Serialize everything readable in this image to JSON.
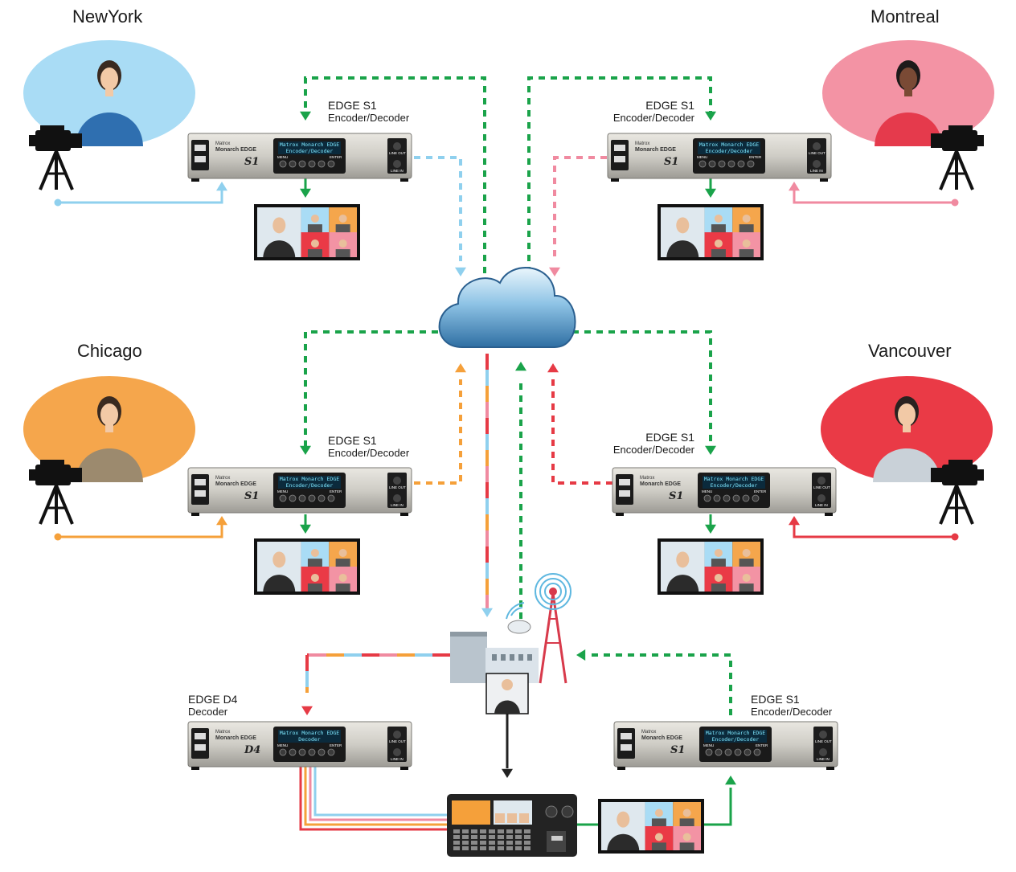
{
  "locations": [
    {
      "key": "ny",
      "label": "NewYork",
      "color": "#a8dcf4"
    },
    {
      "key": "mtl",
      "label": "Montreal",
      "color": "#f39aa8"
    },
    {
      "key": "chi",
      "label": "Chicago",
      "color": "#f5a94e"
    },
    {
      "key": "van",
      "label": "Vancouver",
      "color": "#ec3b45"
    }
  ],
  "devices": [
    {
      "key": "ny",
      "name": "EDGE S1",
      "role": "Encoder/Decoder",
      "model": "S1"
    },
    {
      "key": "mtl",
      "name": "EDGE S1",
      "role": "Encoder/Decoder",
      "model": "S1"
    },
    {
      "key": "chi",
      "name": "EDGE S1",
      "role": "Encoder/Decoder",
      "model": "S1"
    },
    {
      "key": "van",
      "name": "EDGE S1",
      "role": "Encoder/Decoder",
      "model": "S1"
    },
    {
      "key": "d4",
      "name": "EDGE D4",
      "role": "Decoder",
      "model": "D4"
    },
    {
      "key": "s1b",
      "name": "EDGE S1",
      "role": "Encoder/Decoder",
      "model": "S1"
    }
  ],
  "device_panel": {
    "brand_line1": "Matrox",
    "brand_line2": "Monarch EDGE",
    "lcd_line1": "Matrox Monarch EDGE",
    "lcd_line2": "Encoder/Decoder",
    "lcd_line2_d4": "Decoder",
    "menu": "MENU",
    "enter": "ENTER",
    "line_out": "LINE OUT",
    "line_in": "LINE IN"
  },
  "colors": {
    "green": "#1aa34a",
    "blue": "#8fd0ee",
    "pink": "#f08aa0",
    "orange": "#f5a03a",
    "red": "#e63a45"
  },
  "icons": [
    "camera-icon",
    "cloud-icon",
    "broadcast-station-icon",
    "switcher-icon",
    "monitor-icon"
  ]
}
